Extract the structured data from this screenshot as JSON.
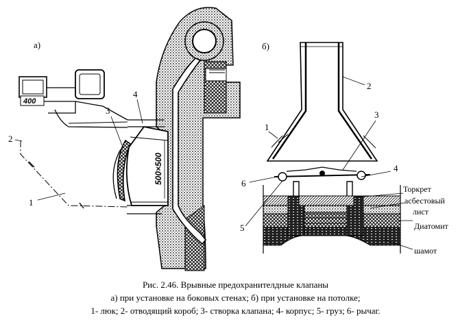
{
  "figure": {
    "caption_line1": "Рис. 2.46. Врывные предохранителдные клапаны",
    "caption_line2": "а) при установке на боковых стенах; б) при установке на потолке;",
    "caption_line3": "1- люк; 2- отводящий короб; 3- створка клапана; 4- корпус; 5- груз; 6- рычаг."
  },
  "diagram_a": {
    "panel_label": "а)",
    "dimension_400": "400",
    "dimension_500": "500×500",
    "callouts": [
      "1",
      "2",
      "3",
      "4"
    ]
  },
  "diagram_b": {
    "panel_label": "б)",
    "callouts": [
      "1",
      "2",
      "3",
      "4",
      "5",
      "6"
    ],
    "materials": {
      "torkret": "Торкрет",
      "asbestos_1": "асбестовый",
      "asbestos_2": "лист",
      "diatomite": "Диатомит",
      "chamotte": "шамот"
    }
  }
}
